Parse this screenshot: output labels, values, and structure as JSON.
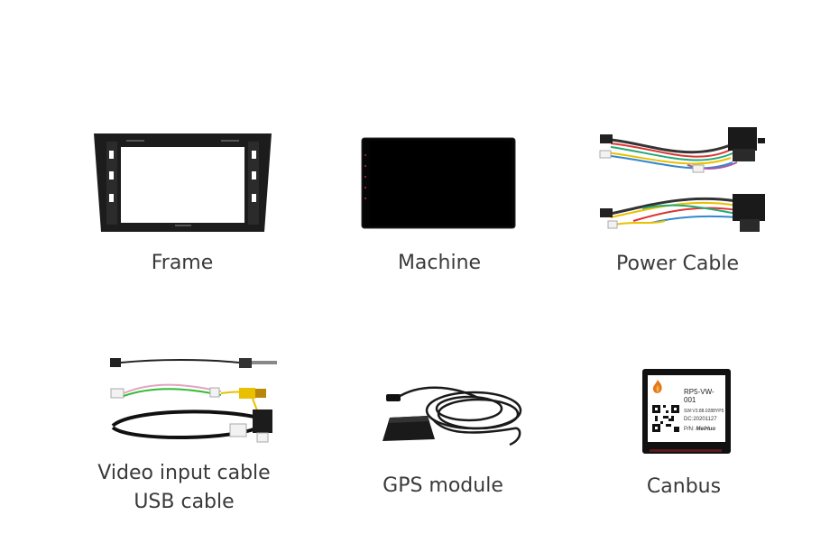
{
  "items": [
    {
      "id": "frame",
      "label": "Frame"
    },
    {
      "id": "machine",
      "label": "Machine"
    },
    {
      "id": "power-cable",
      "label": "Power Cable"
    },
    {
      "id": "video-usb",
      "label_line1": "Video input cable",
      "label_line2": "USB cable"
    },
    {
      "id": "gps",
      "label": "GPS module"
    },
    {
      "id": "canbus",
      "label": "Canbus"
    }
  ],
  "canbus_box": {
    "model": "RP5-VW-001",
    "sw": "SW:V3.88.0288YP5",
    "dc": "DC:20201127",
    "pn_prefix": "P/N:",
    "brand": "MeiHuo"
  },
  "colors": {
    "caption": "#3a3a3a",
    "frame": "#1c1c1c",
    "screen": "#000000",
    "canbus_box": "#111111"
  }
}
